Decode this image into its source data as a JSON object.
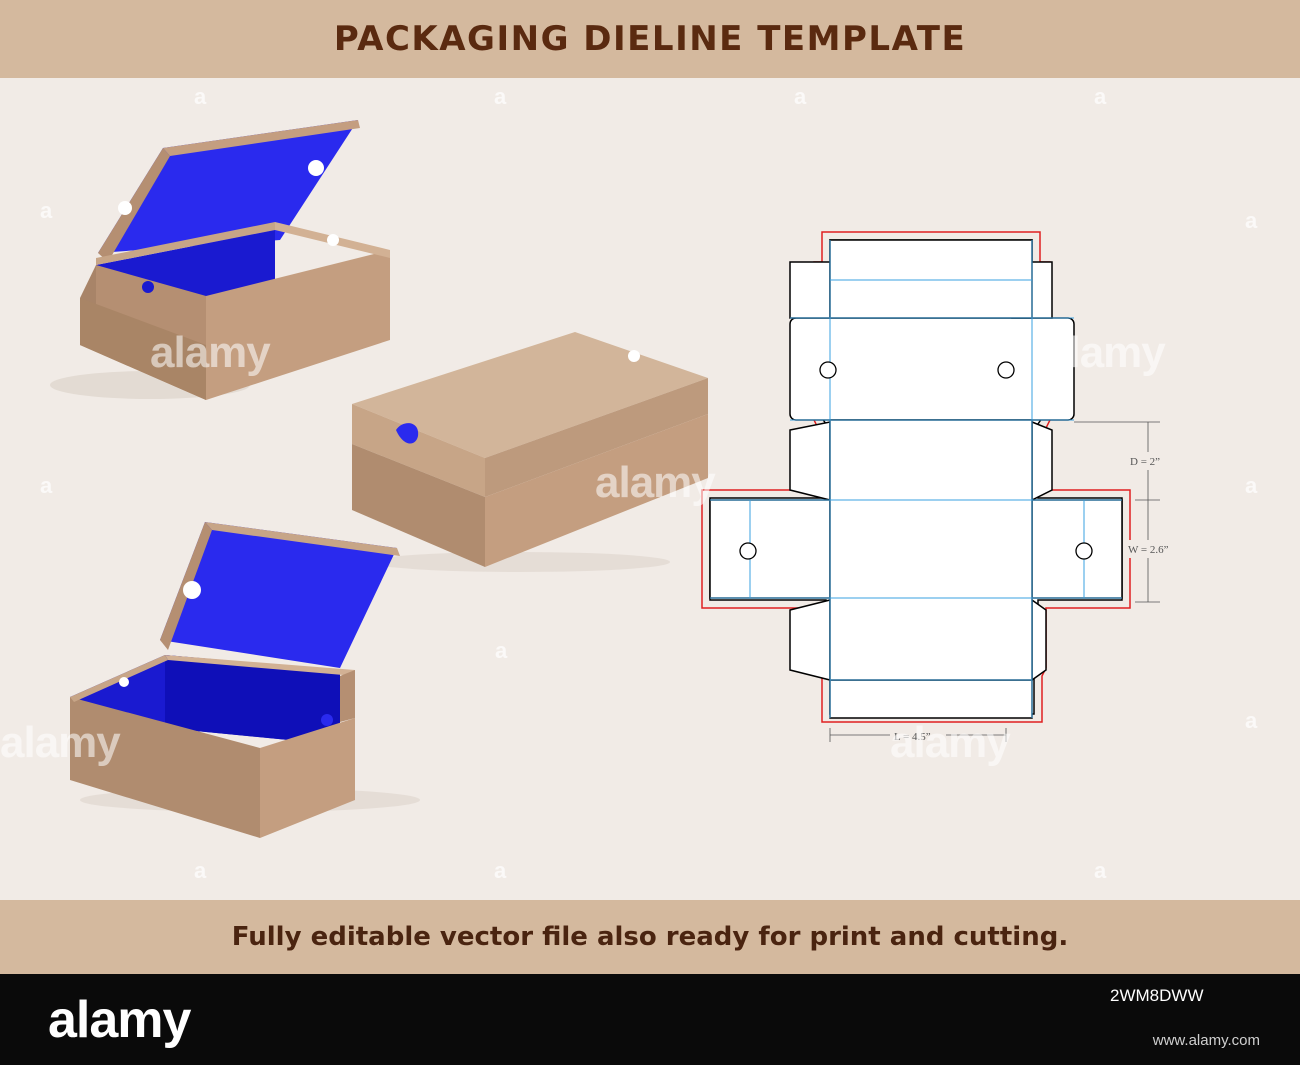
{
  "header": {
    "title": "PACKAGING DIELINE TEMPLATE"
  },
  "footer_band": {
    "text": "Fully editable vector file also ready for print and cutting."
  },
  "dimensions": {
    "depth": "D = 2”",
    "width": "W = 2.6”",
    "length": "L = 4.5”"
  },
  "watermark": {
    "text": "alamy",
    "mark": "a"
  },
  "stock_footer": {
    "logo": "alamy",
    "image_id": "2WM8DWW",
    "site": "www.alamy.com"
  },
  "colors": {
    "band": "#d4b99e",
    "title": "#5a2a10",
    "background": "#f1ebe6",
    "cardboard": "#c49e80",
    "box_interior": "#2a2aee",
    "cut_line": "#000000",
    "fold_line": "#3aa0e0",
    "bleed_line": "#e02020"
  }
}
